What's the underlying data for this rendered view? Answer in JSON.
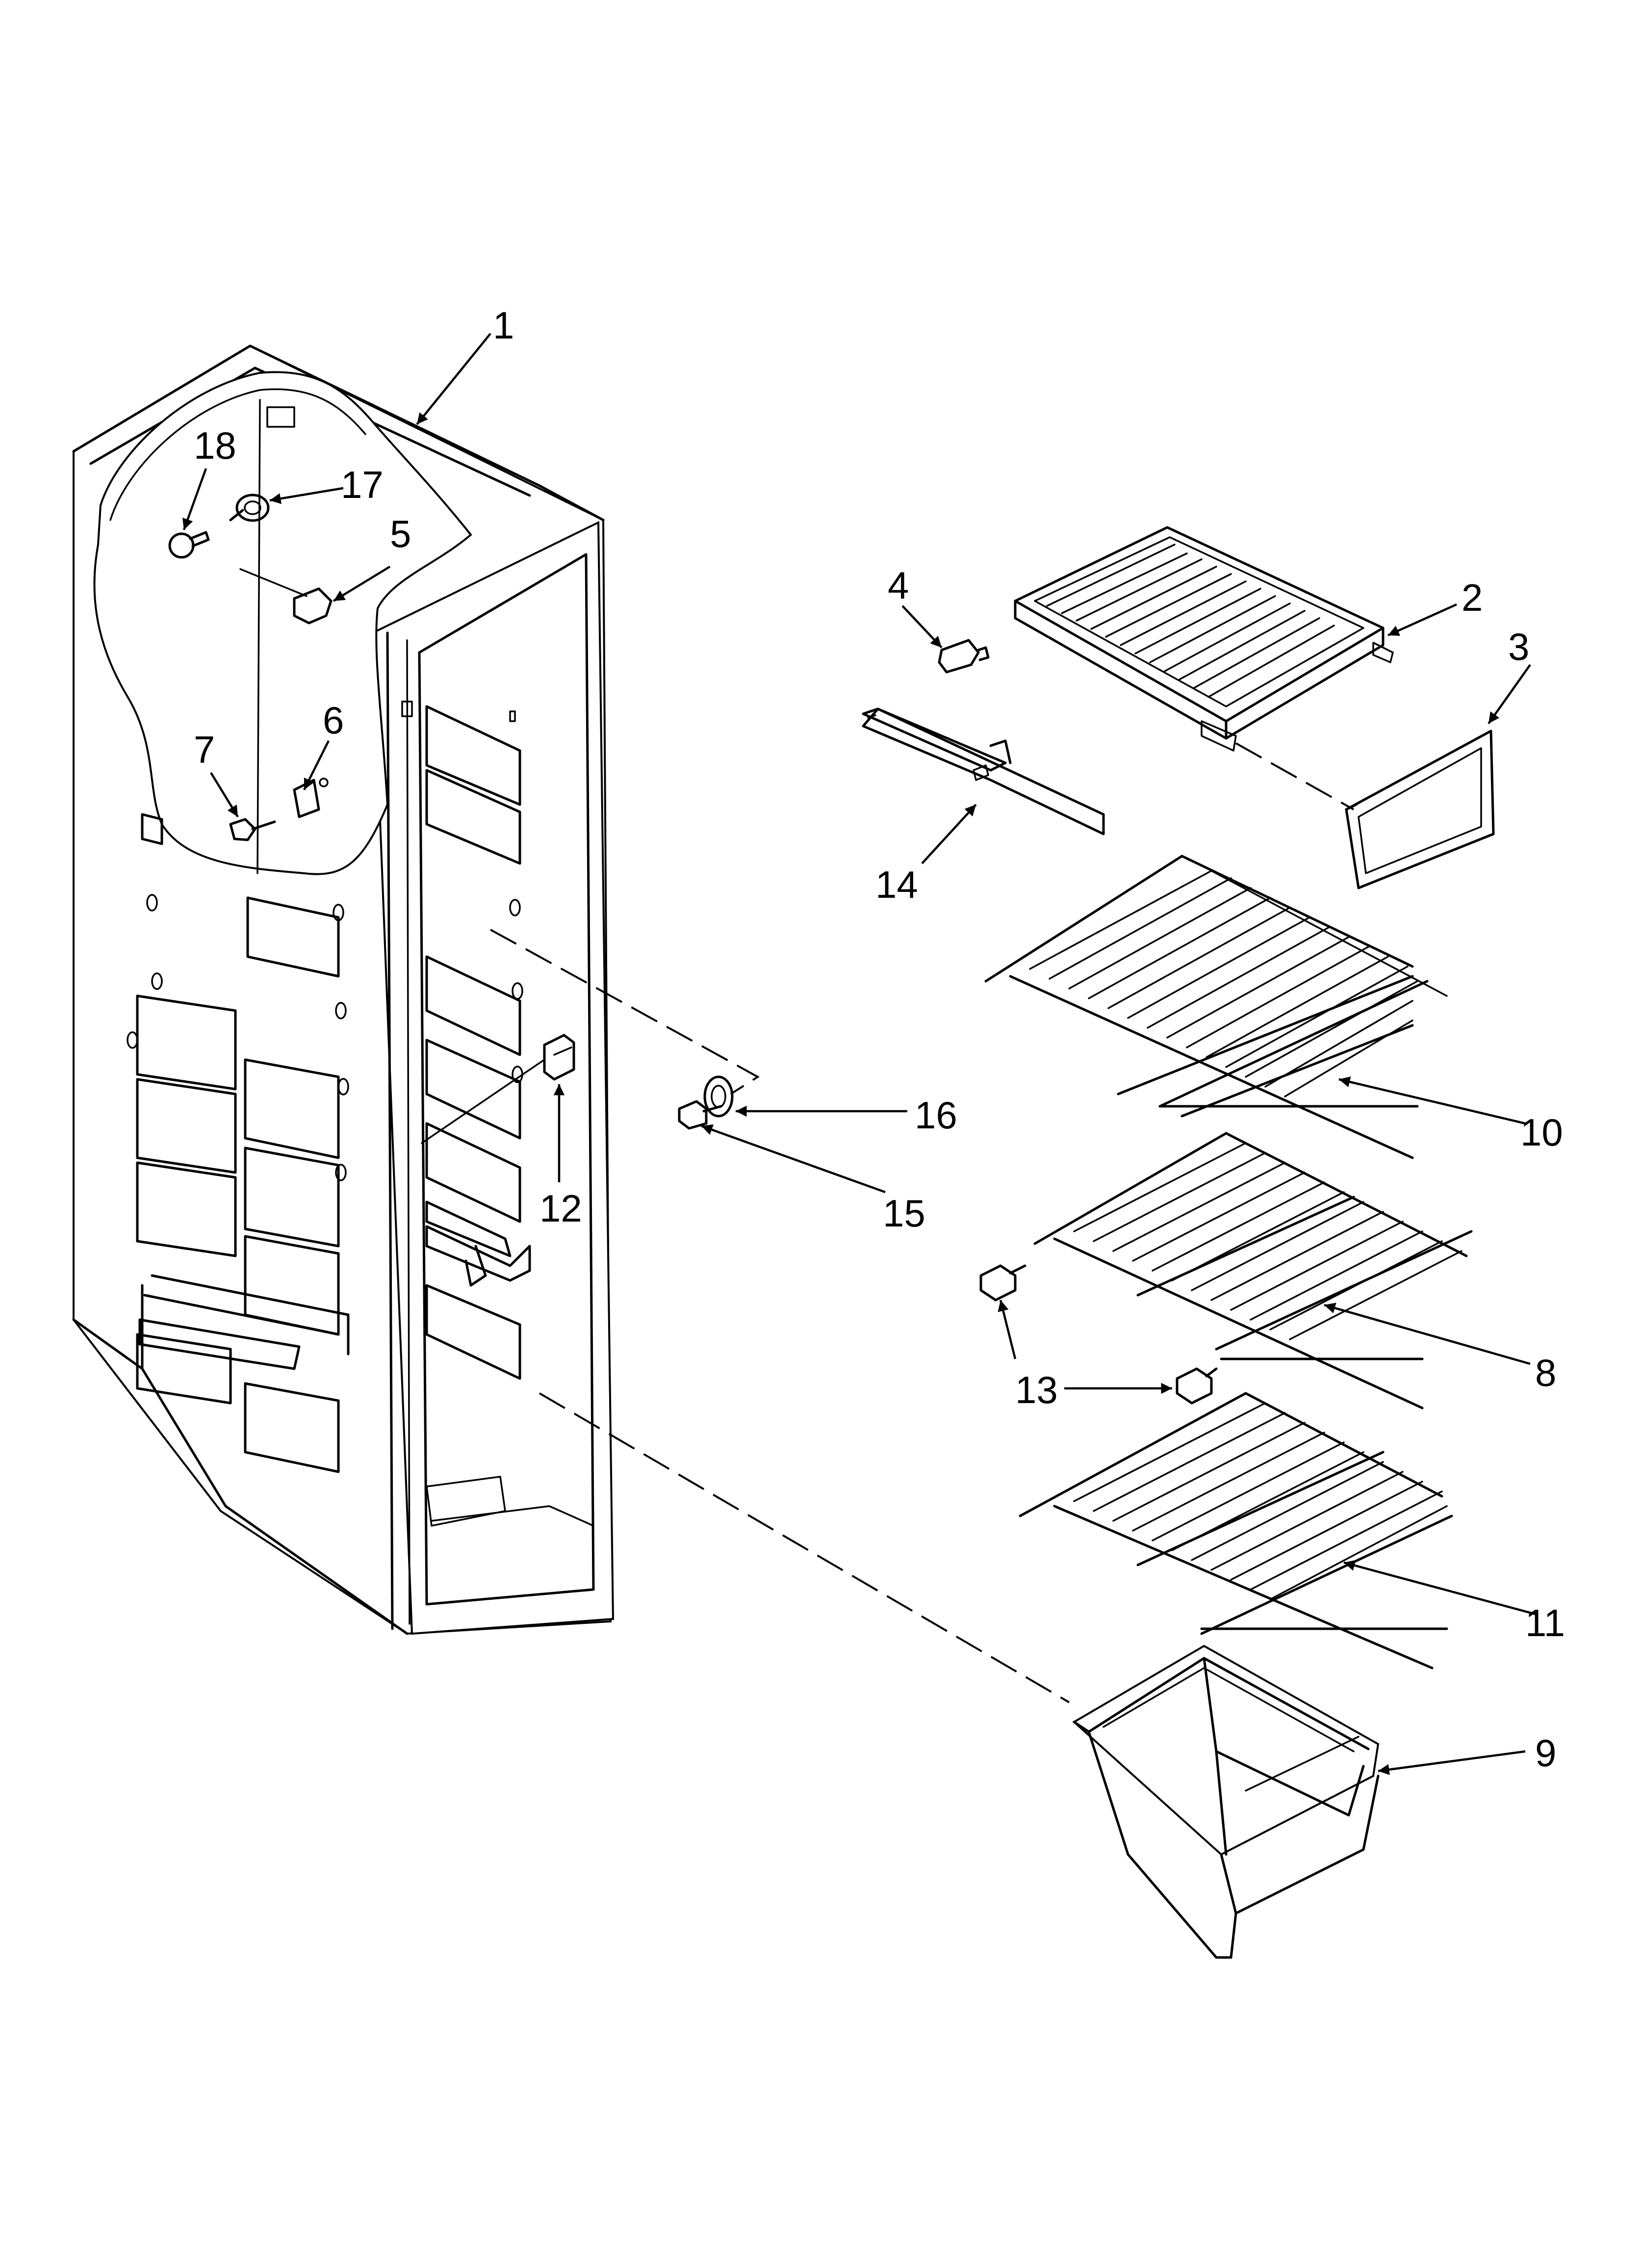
{
  "callouts": {
    "c1": "1",
    "c2": "2",
    "c3": "3",
    "c4": "4",
    "c5": "5",
    "c6": "6",
    "c7": "7",
    "c8": "8",
    "c9": "9",
    "c10": "10",
    "c11": "11",
    "c12": "12",
    "c13": "13",
    "c14": "14",
    "c15": "15",
    "c16": "16",
    "c17": "17",
    "c18": "18"
  },
  "parts": {
    "p1": "freezer-liner",
    "p2": "shelf-frame",
    "p3": "shelf-front-trim",
    "p4": "screw",
    "p5": "clip",
    "p6": "bracket",
    "p7": "screw",
    "p8": "wire-shelf",
    "p9": "freezer-bin",
    "p10": "wire-shelf",
    "p11": "wire-shelf",
    "p12": "light-switch",
    "p13": "shelf-stud",
    "p14": "shelf-support",
    "p15": "shoulder-screw",
    "p16": "bushing",
    "p17": "lamp-socket",
    "p18": "light-bulb"
  }
}
